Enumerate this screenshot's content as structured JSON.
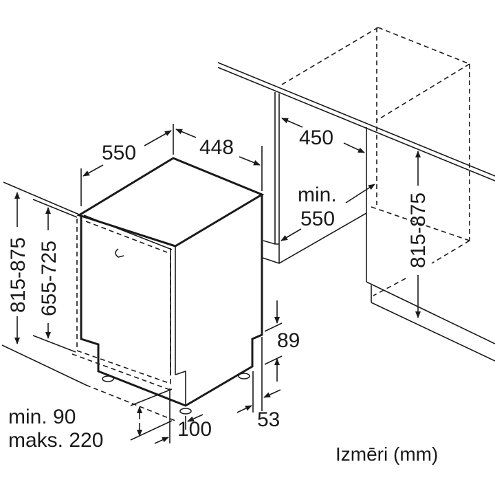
{
  "dimensions": {
    "depth": "550",
    "width": "448",
    "height_range": "815-875",
    "door_height_range": "655-725",
    "plinth_min": "min. 90",
    "plinth_max": "maks. 220",
    "foot_offset": "100",
    "step_height": "89",
    "step_depth": "53",
    "niche_width": "450",
    "niche_depth_label": "min.",
    "niche_depth": "550",
    "niche_height_range": "815-875"
  },
  "caption": "Izmēri (mm)"
}
